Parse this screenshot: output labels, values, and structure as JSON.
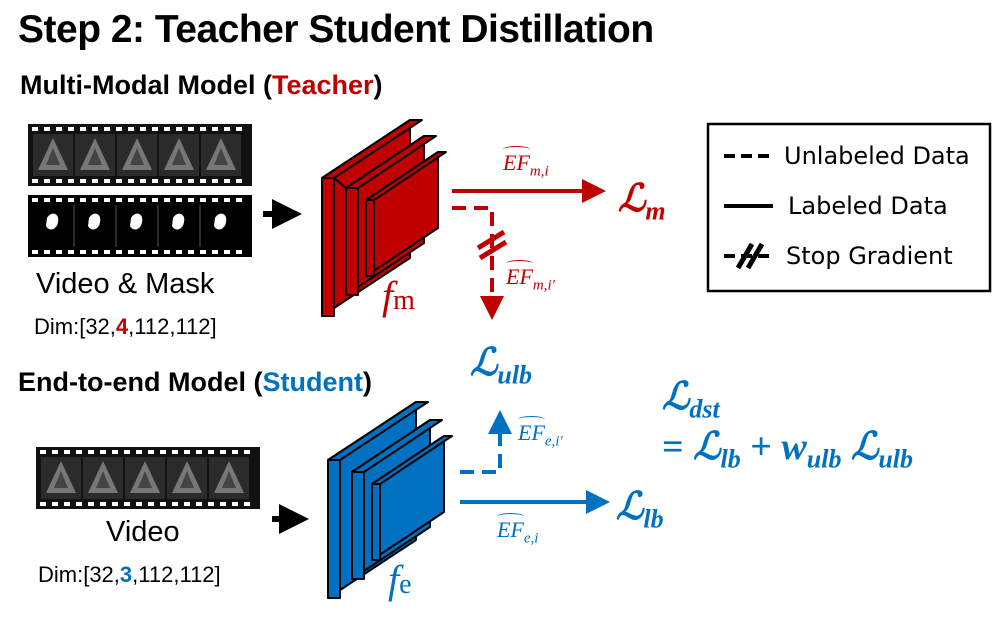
{
  "title": "Step 2: Teacher Student Distillation",
  "teacher_section": {
    "prefix": "Multi-Modal Model (",
    "highlight": "Teacher",
    "suffix": ")"
  },
  "student_section": {
    "prefix": "End-to-end Model (",
    "highlight": "Student",
    "suffix": ")"
  },
  "teacher_input": {
    "caption": "Video & Mask",
    "dim_prefix": "Dim:[32,",
    "dim_channel": "4",
    "dim_suffix": ",112,112]"
  },
  "student_input": {
    "caption": "Video",
    "dim_prefix": "Dim:[32,",
    "dim_channel": "3",
    "dim_suffix": ",112,112]"
  },
  "teacher_model": {
    "symbol": "f",
    "subscript": "m"
  },
  "student_model": {
    "symbol": "f",
    "subscript": "e"
  },
  "teacher_outputs": {
    "labeled": {
      "base": "EF",
      "sub": "m,i"
    },
    "unlabeled": {
      "base": "EF",
      "sub": "m,i′"
    }
  },
  "student_outputs": {
    "labeled": {
      "base": "EF",
      "sub": "e,i"
    },
    "unlabeled": {
      "base": "EF",
      "sub": "e,i′"
    }
  },
  "losses": {
    "teacher": {
      "base": "ℒ",
      "sub": "m"
    },
    "unlabeled": {
      "base": "ℒ",
      "sub": "ulb"
    },
    "student": {
      "base": "ℒ",
      "sub": "lb"
    }
  },
  "distill_equation": {
    "lhs_base": "ℒ",
    "lhs_sub": "dst",
    "equals": "=",
    "t1_base": "ℒ",
    "t1_sub": "lb",
    "plus": "+",
    "w_base": "w",
    "w_sub": "ulb",
    "t2_base": "ℒ",
    "t2_sub": "ulb"
  },
  "legend": {
    "items": [
      {
        "label": "Unlabeled Data",
        "icon": "dashed-line-icon"
      },
      {
        "label": "Labeled Data",
        "icon": "solid-line-icon"
      },
      {
        "label": "Stop Gradient",
        "icon": "stop-gradient-icon"
      }
    ]
  },
  "colors": {
    "teacher": "#c00000",
    "student": "#0070c0",
    "text": "#000000"
  }
}
